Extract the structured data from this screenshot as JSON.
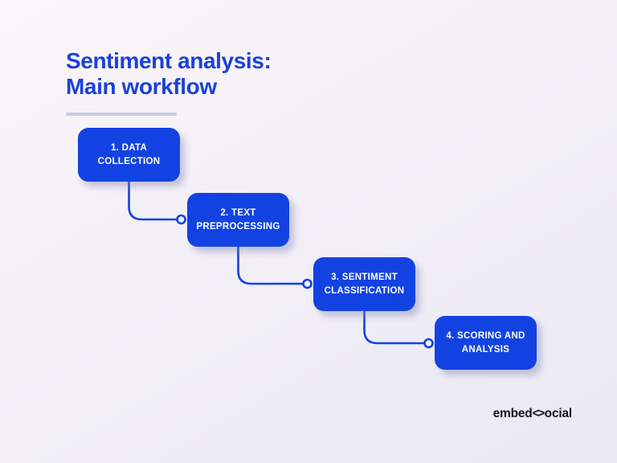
{
  "title": {
    "line1": "Sentiment analysis:",
    "line2": "Main workflow"
  },
  "steps": [
    {
      "lines": [
        "1. DATA",
        "COLLECTION"
      ]
    },
    {
      "lines": [
        "2. TEXT",
        "PREPROCESSING"
      ]
    },
    {
      "lines": [
        "3. SENTIMENT",
        "CLASSIFICATION"
      ]
    },
    {
      "lines": [
        "4. SCORING AND",
        "ANALYSIS"
      ]
    }
  ],
  "logo": {
    "prefix": "embed",
    "glyph": "<>",
    "suffix": "ocial"
  },
  "colors": {
    "title_blue": "#1b41d8",
    "box_blue": "#1243e2",
    "connector_blue": "#1243e2",
    "box_text": "#ffffff",
    "divider": "#c5cde4",
    "background_top": "#faf6fa",
    "background_bottom": "#e9e9f4",
    "logo_text": "#15151c"
  }
}
